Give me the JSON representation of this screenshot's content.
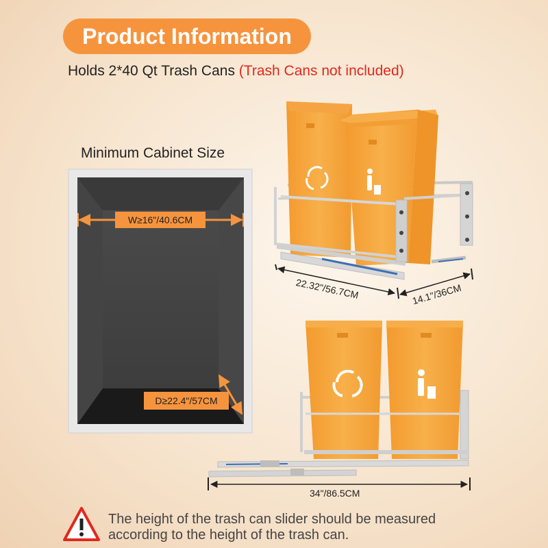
{
  "header": {
    "title": "Product Information"
  },
  "capacity": {
    "main": "Holds 2*40 Qt Trash Cans",
    "note": "(Trash Cans not included)"
  },
  "cabinet": {
    "title": "Minimum Cabinet Size",
    "width": "W≥16\"/40.6CM",
    "depth": "D≥22.4\"/57CM"
  },
  "product_dims": {
    "depth": "22.32\"/56.7CM",
    "width": "14.1\"/36CM",
    "extended": "34\"/86.5CM"
  },
  "warning": {
    "line1": "The height of the trash can slider should be measured",
    "line2": "according to the height of the trash can."
  },
  "icons": [
    "recycle-icon",
    "trash-person-icon",
    "warning-icon"
  ],
  "colors": {
    "accent": "#f6943e",
    "bin": "#f7a93a",
    "warning_red": "#e0281e",
    "cabinet_dark": "#3a3a3a"
  }
}
